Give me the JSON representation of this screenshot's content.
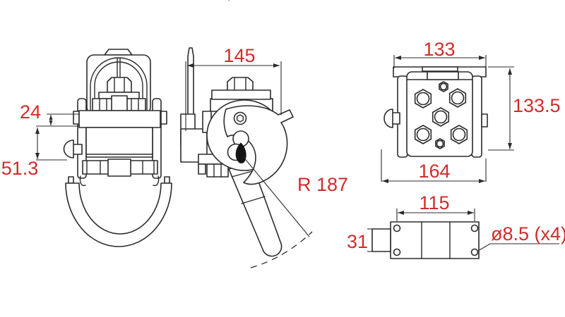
{
  "colors": {
    "line": "#2b2b2b",
    "dimension_text": "#d02c2c",
    "background": "#ffffff"
  },
  "views": {
    "front": {
      "dims": {
        "upper": "24",
        "lower": "51.3"
      }
    },
    "side": {
      "dims": {
        "width": "145",
        "lever_radius": "R 187"
      }
    },
    "back": {
      "dims": {
        "top_width": "133",
        "height": "133.5",
        "overall_width": "164"
      }
    },
    "base": {
      "dims": {
        "hole_pitch": "115",
        "tab_height": "31",
        "hole_note": "ø8.5 (x4)"
      }
    }
  }
}
